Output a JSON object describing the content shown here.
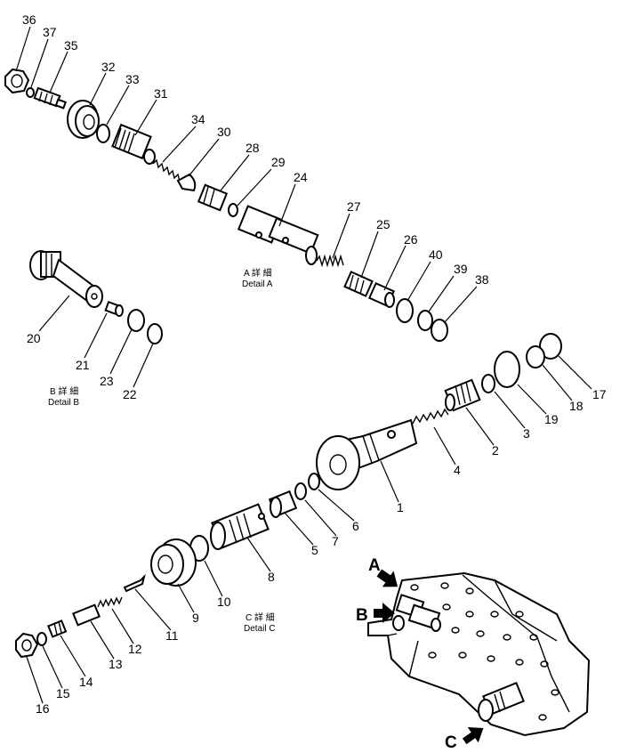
{
  "labels": {
    "n36": "36",
    "n37": "37",
    "n35": "35",
    "n32": "32",
    "n33": "33",
    "n31": "31",
    "n34": "34",
    "n30": "30",
    "n28": "28",
    "n29": "29",
    "n24": "24",
    "n27": "27",
    "n25": "25",
    "n26": "26",
    "n40": "40",
    "n39": "39",
    "n38": "38",
    "n20": "20",
    "n21": "21",
    "n23": "23",
    "n22": "22",
    "n17": "17",
    "n18": "18",
    "n19": "19",
    "n3": "3",
    "n2": "2",
    "n4": "4",
    "n1": "1",
    "n6": "6",
    "n7": "7",
    "n5": "5",
    "n8": "8",
    "n10": "10",
    "n9": "9",
    "n11": "11",
    "n12": "12",
    "n13": "13",
    "n14": "14",
    "n15": "15",
    "n16": "16"
  },
  "captions": {
    "detail_a_jp": "A 詳 細",
    "detail_a": "Detail A",
    "detail_b_jp": "B 詳 細",
    "detail_b": "Detail B",
    "detail_c_jp": "C 詳 細",
    "detail_c": "Detail C"
  },
  "view_markers": {
    "a": "A",
    "b": "B",
    "c": "C"
  }
}
